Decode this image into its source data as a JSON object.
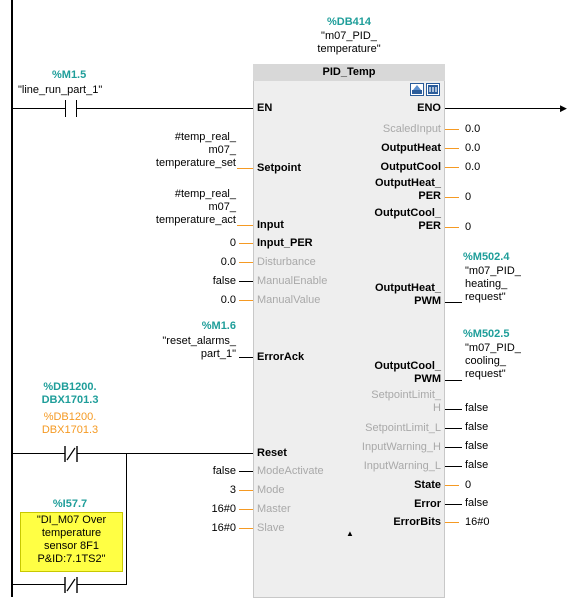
{
  "block": {
    "db_address": "%DB414",
    "db_name": "\"m07_PID_\ntemperature\"",
    "title": "PID_Temp",
    "icons": [
      "block-info-icon",
      "pid-commissioning-icon"
    ]
  },
  "rail": {
    "en_contact_address": "%M1.5",
    "en_contact_name": "\"line_run_part_1\""
  },
  "inputs": {
    "en": "EN",
    "setpoint": {
      "label": "Setpoint",
      "operand": "#temp_real_\nm07_\ntemperature_set"
    },
    "input": {
      "label": "Input",
      "operand": "#temp_real_\nm07_\ntemperature_act"
    },
    "input_per": {
      "label": "Input_PER",
      "value": "0"
    },
    "disturbance": {
      "label": "Disturbance",
      "value": "0.0"
    },
    "manual_enable": {
      "label": "ManualEnable",
      "value": "false"
    },
    "manual_value": {
      "label": "ManualValue",
      "value": "0.0"
    },
    "error_ack": {
      "label": "ErrorAck",
      "address": "%M1.6",
      "operand": "\"reset_alarms_\npart_1\""
    },
    "reset": {
      "label": "Reset"
    },
    "mode_activate": {
      "label": "ModeActivate",
      "value": "false"
    },
    "mode": {
      "label": "Mode",
      "value": "3"
    },
    "master": {
      "label": "Master",
      "value": "16#0"
    },
    "slave": {
      "label": "Slave",
      "value": "16#0"
    }
  },
  "outputs": {
    "eno": "ENO",
    "scaled_input": {
      "label": "ScaledInput",
      "value": "0.0"
    },
    "output_heat": {
      "label": "OutputHeat",
      "value": "0.0"
    },
    "output_cool": {
      "label": "OutputCool",
      "value": "0.0"
    },
    "output_heat_per": {
      "label": "OutputHeat_\nPER",
      "value": "0"
    },
    "output_cool_per": {
      "label": "OutputCool_\nPER",
      "value": "0"
    },
    "output_heat_pwm": {
      "label": "OutputHeat_\nPWM",
      "address": "%M502.4",
      "operand": "\"m07_PID_\nheating_\nrequest\""
    },
    "output_cool_pwm": {
      "label": "OutputCool_\nPWM",
      "address": "%M502.5",
      "operand": "\"m07_PID_\ncooling_\nrequest\""
    },
    "setpoint_limit_h": {
      "label": "SetpointLimit_\nH",
      "value": "false"
    },
    "setpoint_limit_l": {
      "label": "SetpointLimit_L",
      "value": "false"
    },
    "input_warning_h": {
      "label": "InputWarning_H",
      "value": "false"
    },
    "input_warning_l": {
      "label": "InputWarning_L",
      "value": "false"
    },
    "state": {
      "label": "State",
      "value": "0"
    },
    "error": {
      "label": "Error",
      "value": "false"
    },
    "error_bits": {
      "label": "ErrorBits",
      "value": "16#0"
    }
  },
  "reset_contacts": {
    "contact1_address": "%DB1200.\nDBX1701.3",
    "contact1_address_orange": "%DB1200.\nDBX1701.3",
    "contact2_address": "%I57.7",
    "contact2_name": "\"DI_M07 Over\ntemperature\nsensor 8F1\nP&ID:7.1TS2\""
  },
  "colors": {
    "teal": "#1f9e9a",
    "orange": "#f59a23",
    "gray": "#a9a9a9",
    "comment_yellow": "#ffff44"
  }
}
